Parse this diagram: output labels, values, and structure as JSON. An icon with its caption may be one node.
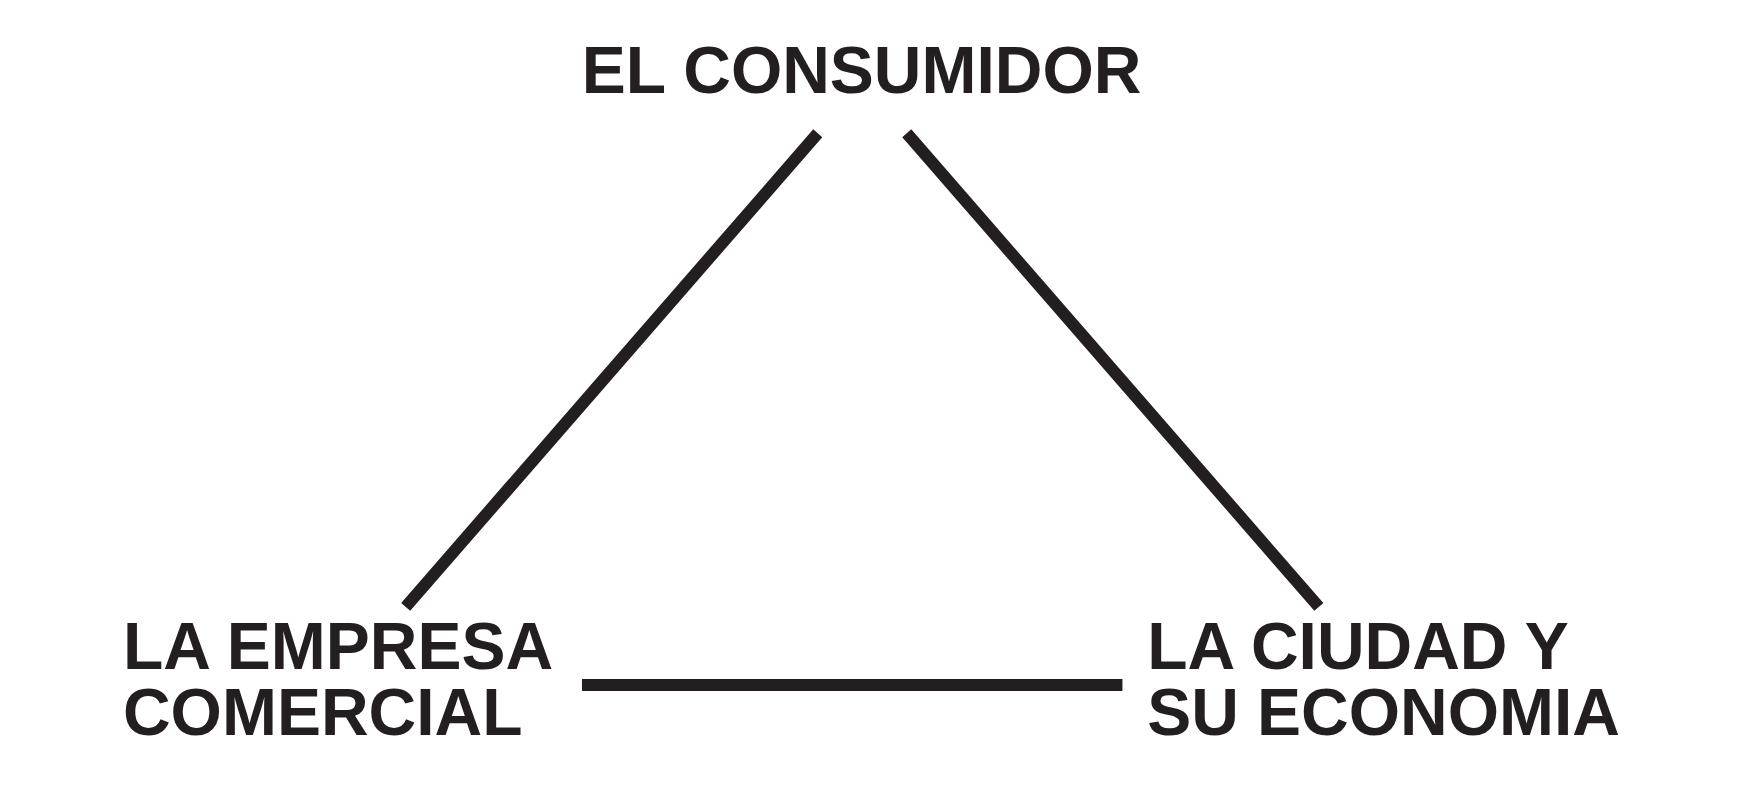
{
  "diagram": {
    "nodes": [
      {
        "text": [
          "EL CONSUMIDOR"
        ]
      },
      {
        "text": [
          "LA EMPRESA COMERCIAL"
        ]
      },
      {
        "text": [
          "LA CIUDAD Y SU ECONOMIA"
        ]
      }
    ],
    "edges": [
      {
        "from": 0,
        "to": 1,
        "arrow": "none"
      },
      {
        "from": 1,
        "to": 2,
        "arrow": "none"
      },
      {
        "from": 2,
        "to": 0,
        "arrow": "none"
      }
    ]
  }
}
